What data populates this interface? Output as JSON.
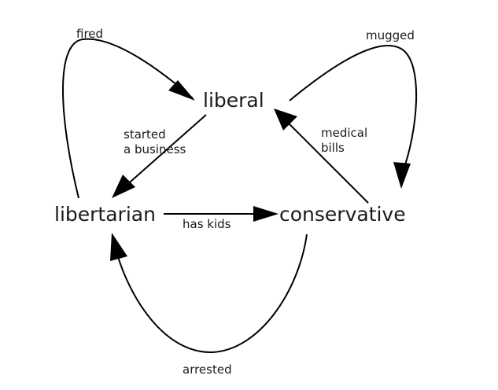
{
  "nodes": {
    "liberal": "liberal",
    "libertarian": "libertarian",
    "conservative": "conservative"
  },
  "edges": {
    "fired": "fired",
    "mugged": "mugged",
    "started_a_business": "started\na business",
    "medical_bills": "medical\nbills",
    "has_kids": "has kids",
    "arrested": "arrested"
  },
  "colors": {
    "stroke": "#000000",
    "text": "#1a1a1a",
    "background": "#ffffff"
  }
}
